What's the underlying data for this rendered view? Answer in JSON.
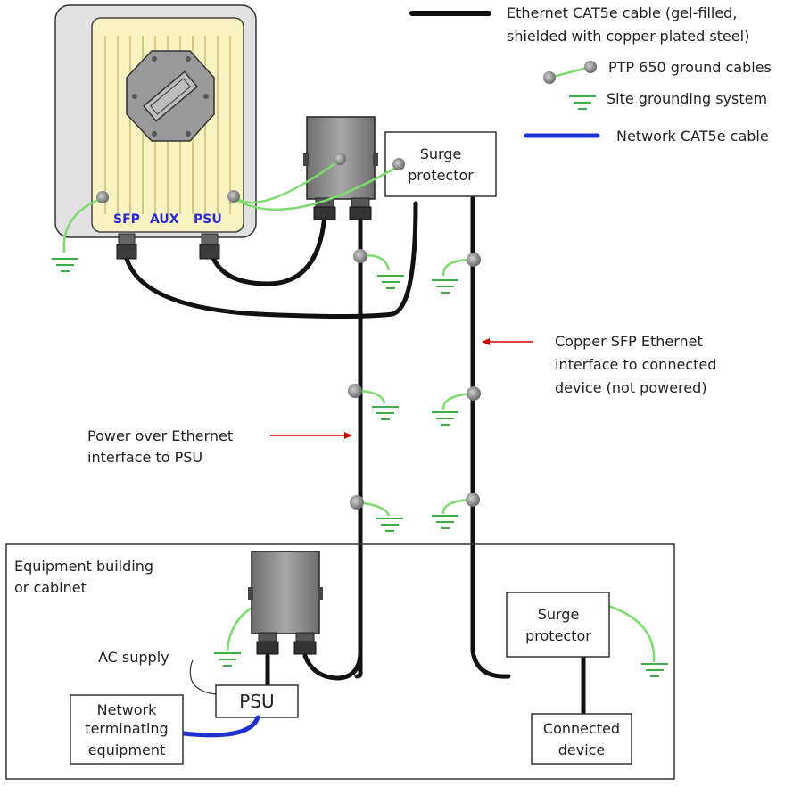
{
  "legend": {
    "ethernet_line1": "Ethernet CAT5e cable (gel-filled,",
    "ethernet_line2": "shielded with copper-plated steel)",
    "ground_cables": "PTP 650 ground cables",
    "site_grounding": "Site grounding system",
    "network_cable": "Network CAT5e cable"
  },
  "odu": {
    "port_sfp": "SFP",
    "port_aux": "AUX",
    "port_psu": "PSU"
  },
  "surge_top": {
    "line1": "Surge",
    "line2": "protector"
  },
  "surge_bottom": {
    "line1": "Surge",
    "line2": "protector"
  },
  "annotations": {
    "copper_line1": "Copper SFP Ethernet",
    "copper_line2": "interface to connected",
    "copper_line3": "device (not powered)",
    "poe_line1": "Power over Ethernet",
    "poe_line2": "interface to PSU"
  },
  "building": {
    "line1": "Equipment building",
    "line2": "or cabinet"
  },
  "ac_supply": "AC supply",
  "psu": "PSU",
  "nte": {
    "line1": "Network",
    "line2": "terminating",
    "line3": "equipment"
  },
  "connected_device": {
    "line1": "Connected",
    "line2": "device"
  },
  "colors": {
    "ground": "#7ddc6e",
    "ethernet": "#111111",
    "network": "#1f2fd0",
    "arrow": "#d40000"
  }
}
